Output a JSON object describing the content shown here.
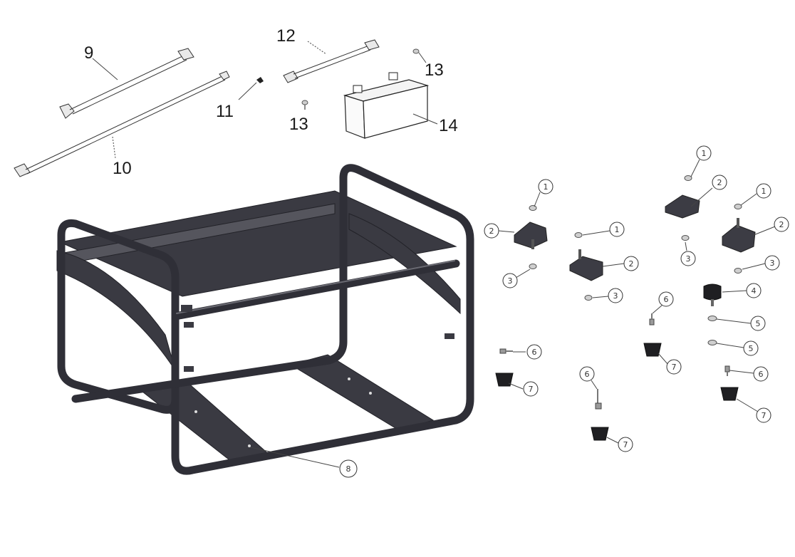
{
  "part_labels": {
    "p9": "9",
    "p10": "10",
    "p11": "11",
    "p12": "12",
    "p13a": "13",
    "p13b": "13",
    "p14": "14"
  },
  "callouts": {
    "c8": "8",
    "left_mount": [
      "1",
      "2",
      "3"
    ],
    "mid_mount": [
      "1",
      "2",
      "3"
    ],
    "right_top_mount": [
      "1",
      "2",
      "3"
    ],
    "right_mount": [
      "1",
      "2",
      "3"
    ],
    "c4": "4",
    "c5a": "5",
    "c5b": "5",
    "c6a": "6",
    "c6b": "6",
    "c6c": "6",
    "c6d": "6",
    "c7a": "7",
    "c7b": "7",
    "c7c": "7",
    "c7d": "7"
  }
}
